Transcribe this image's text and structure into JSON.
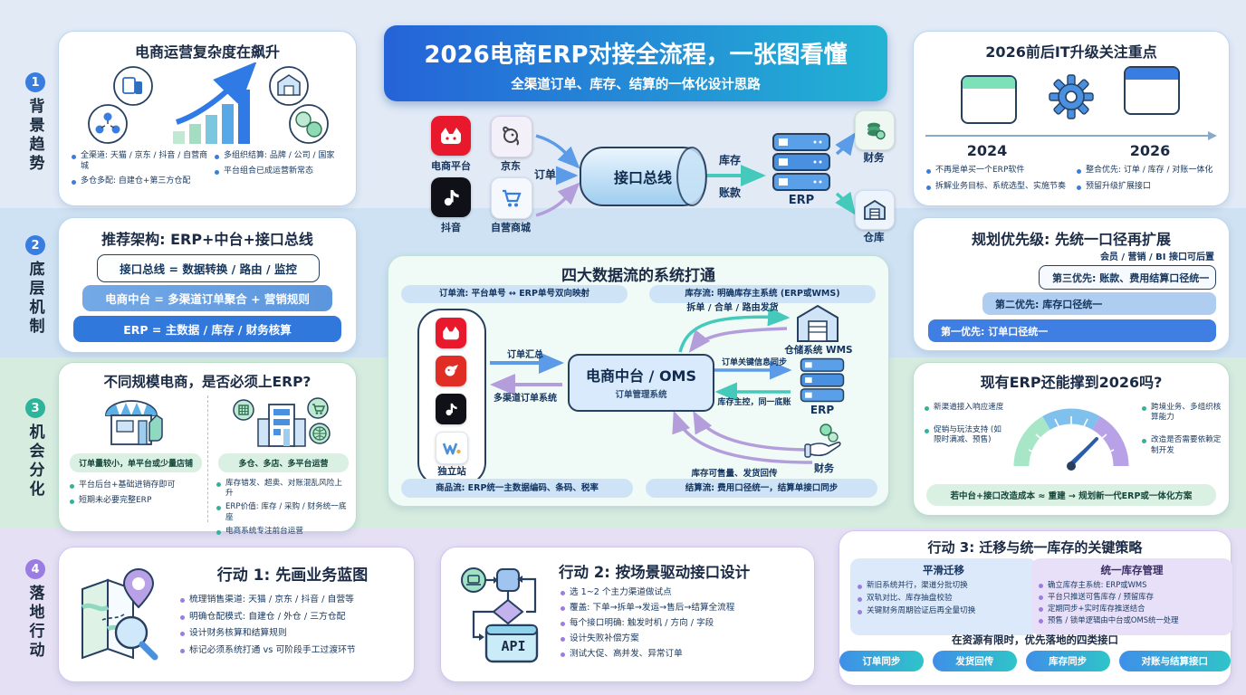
{
  "sidebar": {
    "sections": [
      {
        "num": "1",
        "label": "背景趋势",
        "color": "#3a7de0"
      },
      {
        "num": "2",
        "label": "底层机制",
        "color": "#3a7de0"
      },
      {
        "num": "3",
        "label": "机会分化",
        "color": "#2eb49a"
      },
      {
        "num": "4",
        "label": "落地行动",
        "color": "#9b7ce0"
      }
    ]
  },
  "banner": {
    "title": "2026电商ERP对接全流程，一张图看懂",
    "subtitle": "全渠道订单、库存、结算的一体化设计思路"
  },
  "top_flow": {
    "platforms": [
      {
        "label": "电商平台"
      },
      {
        "label": "京东"
      },
      {
        "label": "抖音"
      },
      {
        "label": "自营商城"
      }
    ],
    "order_label": "订单",
    "bus_label": "接口总线",
    "out_label_1": "库存",
    "out_label_2": "账款",
    "erp_label": "ERP",
    "finance_label": "财务",
    "warehouse_label": "仓库"
  },
  "panel_complexity": {
    "title": "电商运营复杂度在飙升",
    "bullets": [
      "全渠道: 天猫 / 京东 / 抖音 / 自营商城",
      "多仓多配: 自建仓+第三方仓配",
      "多组织结算: 品牌 / 公司 / 国家",
      "平台组合已成运营新常态"
    ]
  },
  "panel_it": {
    "title": "2026前后IT升级关注重点",
    "year_left": "2024",
    "year_right": "2026",
    "bullets": [
      "不再是单买一个ERP软件",
      "拆解业务目标、系统选型、实施节奏",
      "整合优先: 订单 / 库存 / 对账一体化",
      "预留升级扩展接口"
    ]
  },
  "panel_arch": {
    "title": "推荐架构: ERP+中台+接口总线",
    "layers": [
      "接口总线 = 数据转换 / 路由 / 监控",
      "电商中台 = 多渠道订单聚合 + 营销规则",
      "ERP = 主数据 / 库存 / 财务核算"
    ]
  },
  "panel_dataflow": {
    "title": "四大数据流的系统打通",
    "pill_order": "订单流: 平台单号 ↔ ERP单号双向映射",
    "pill_inventory": "库存流: 明确库存主系统 (ERP或WMS)",
    "pill_product": "商品流: ERP统一主数据编码、条码、税率",
    "pill_settlement": "结算流: 费用口径统一，结算单接口同步",
    "independent_label": "独立站",
    "oms_title": "电商中台 / OMS",
    "oms_subtitle": "订单管理系统",
    "arrow_order_in": "订单汇总",
    "arrow_order_back": "多渠道订单系统",
    "arrow_wms": "拆单 / 合单 / 路由发货",
    "wms_label": "仓储系统 WMS",
    "arrow_erp_sync": "订单关键信息同步",
    "arrow_erp_back": "库存主控，同一底账",
    "arrow_finance": "库存可售量、发货回传",
    "erp_label": "ERP",
    "finance_label": "财务"
  },
  "panel_priority": {
    "title": "规划优先级: 先统一口径再扩展",
    "note": "会员 / 营销 / BI 接口可后置",
    "levels": [
      "第三优先: 账款、费用结算口径统一",
      "第二优先: 库存口径统一",
      "第一优先: 订单口径统一"
    ]
  },
  "panel_scale": {
    "title": "不同规模电商，是否必须上ERP?",
    "left_badge": "订单量较小，单平台或少量店铺",
    "left_bullets": [
      "平台后台+基础进销存即可",
      "短期未必要完整ERP"
    ],
    "right_badge": "多仓、多店、多平台运营",
    "right_bullets": [
      "库存错发、超卖、对账混乱风险上升",
      "ERP价值: 库存 / 采购 / 财务统一底座",
      "电商系统专注前台运营"
    ]
  },
  "panel_gauge": {
    "title": "现有ERP还能撑到2026吗?",
    "bullets_left": [
      "新渠道接入响应速度",
      "促销与玩法支持 (如限时满减、预售)"
    ],
    "bullets_right": [
      "跨境业务、多组织核算能力",
      "改造是否需要依赖定制开发"
    ],
    "conclusion": "若中台+接口改造成本 ≈ 重建 → 规划新一代ERP或一体化方案"
  },
  "action1": {
    "title": "行动 1: 先画业务蓝图",
    "bullets": [
      "梳理销售渠道: 天猫 / 京东 / 抖音 / 自营等",
      "明确仓配模式: 自建仓 / 外仓 / 三方仓配",
      "设计财务核算和结算规则",
      "标记必须系统打通 vs 可阶段手工过渡环节"
    ]
  },
  "action2": {
    "title": "行动 2: 按场景驱动接口设计",
    "api_label": "API",
    "bullets": [
      "选 1~2 个主力渠道做试点",
      "覆盖: 下单→拆单→发运→售后→结算全流程",
      "每个接口明确: 触发时机 / 方向 / 字段",
      "设计失败补偿方案",
      "测试大促、高并发、异常订单"
    ]
  },
  "action3": {
    "title": "行动 3: 迁移与统一库存的关键策略",
    "left_title": "平滑迁移",
    "left_bullets": [
      "新旧系统并行，渠道分批切换",
      "双轨对比、库存抽盘校验",
      "关键财务周期验证后再全量切换"
    ],
    "right_title": "统一库存管理",
    "right_bullets": [
      "确立库存主系统: ERP或WMS",
      "平台只推送可售库存 / 预留库存",
      "定期同步+实时库存推送结合",
      "预售 / 锁单逻辑由中台或OMS统一处理"
    ],
    "footer": "在资源有限时，优先落地的四类接口",
    "pills": [
      "订单同步",
      "发货回传",
      "库存同步",
      "对账与结算接口"
    ]
  }
}
